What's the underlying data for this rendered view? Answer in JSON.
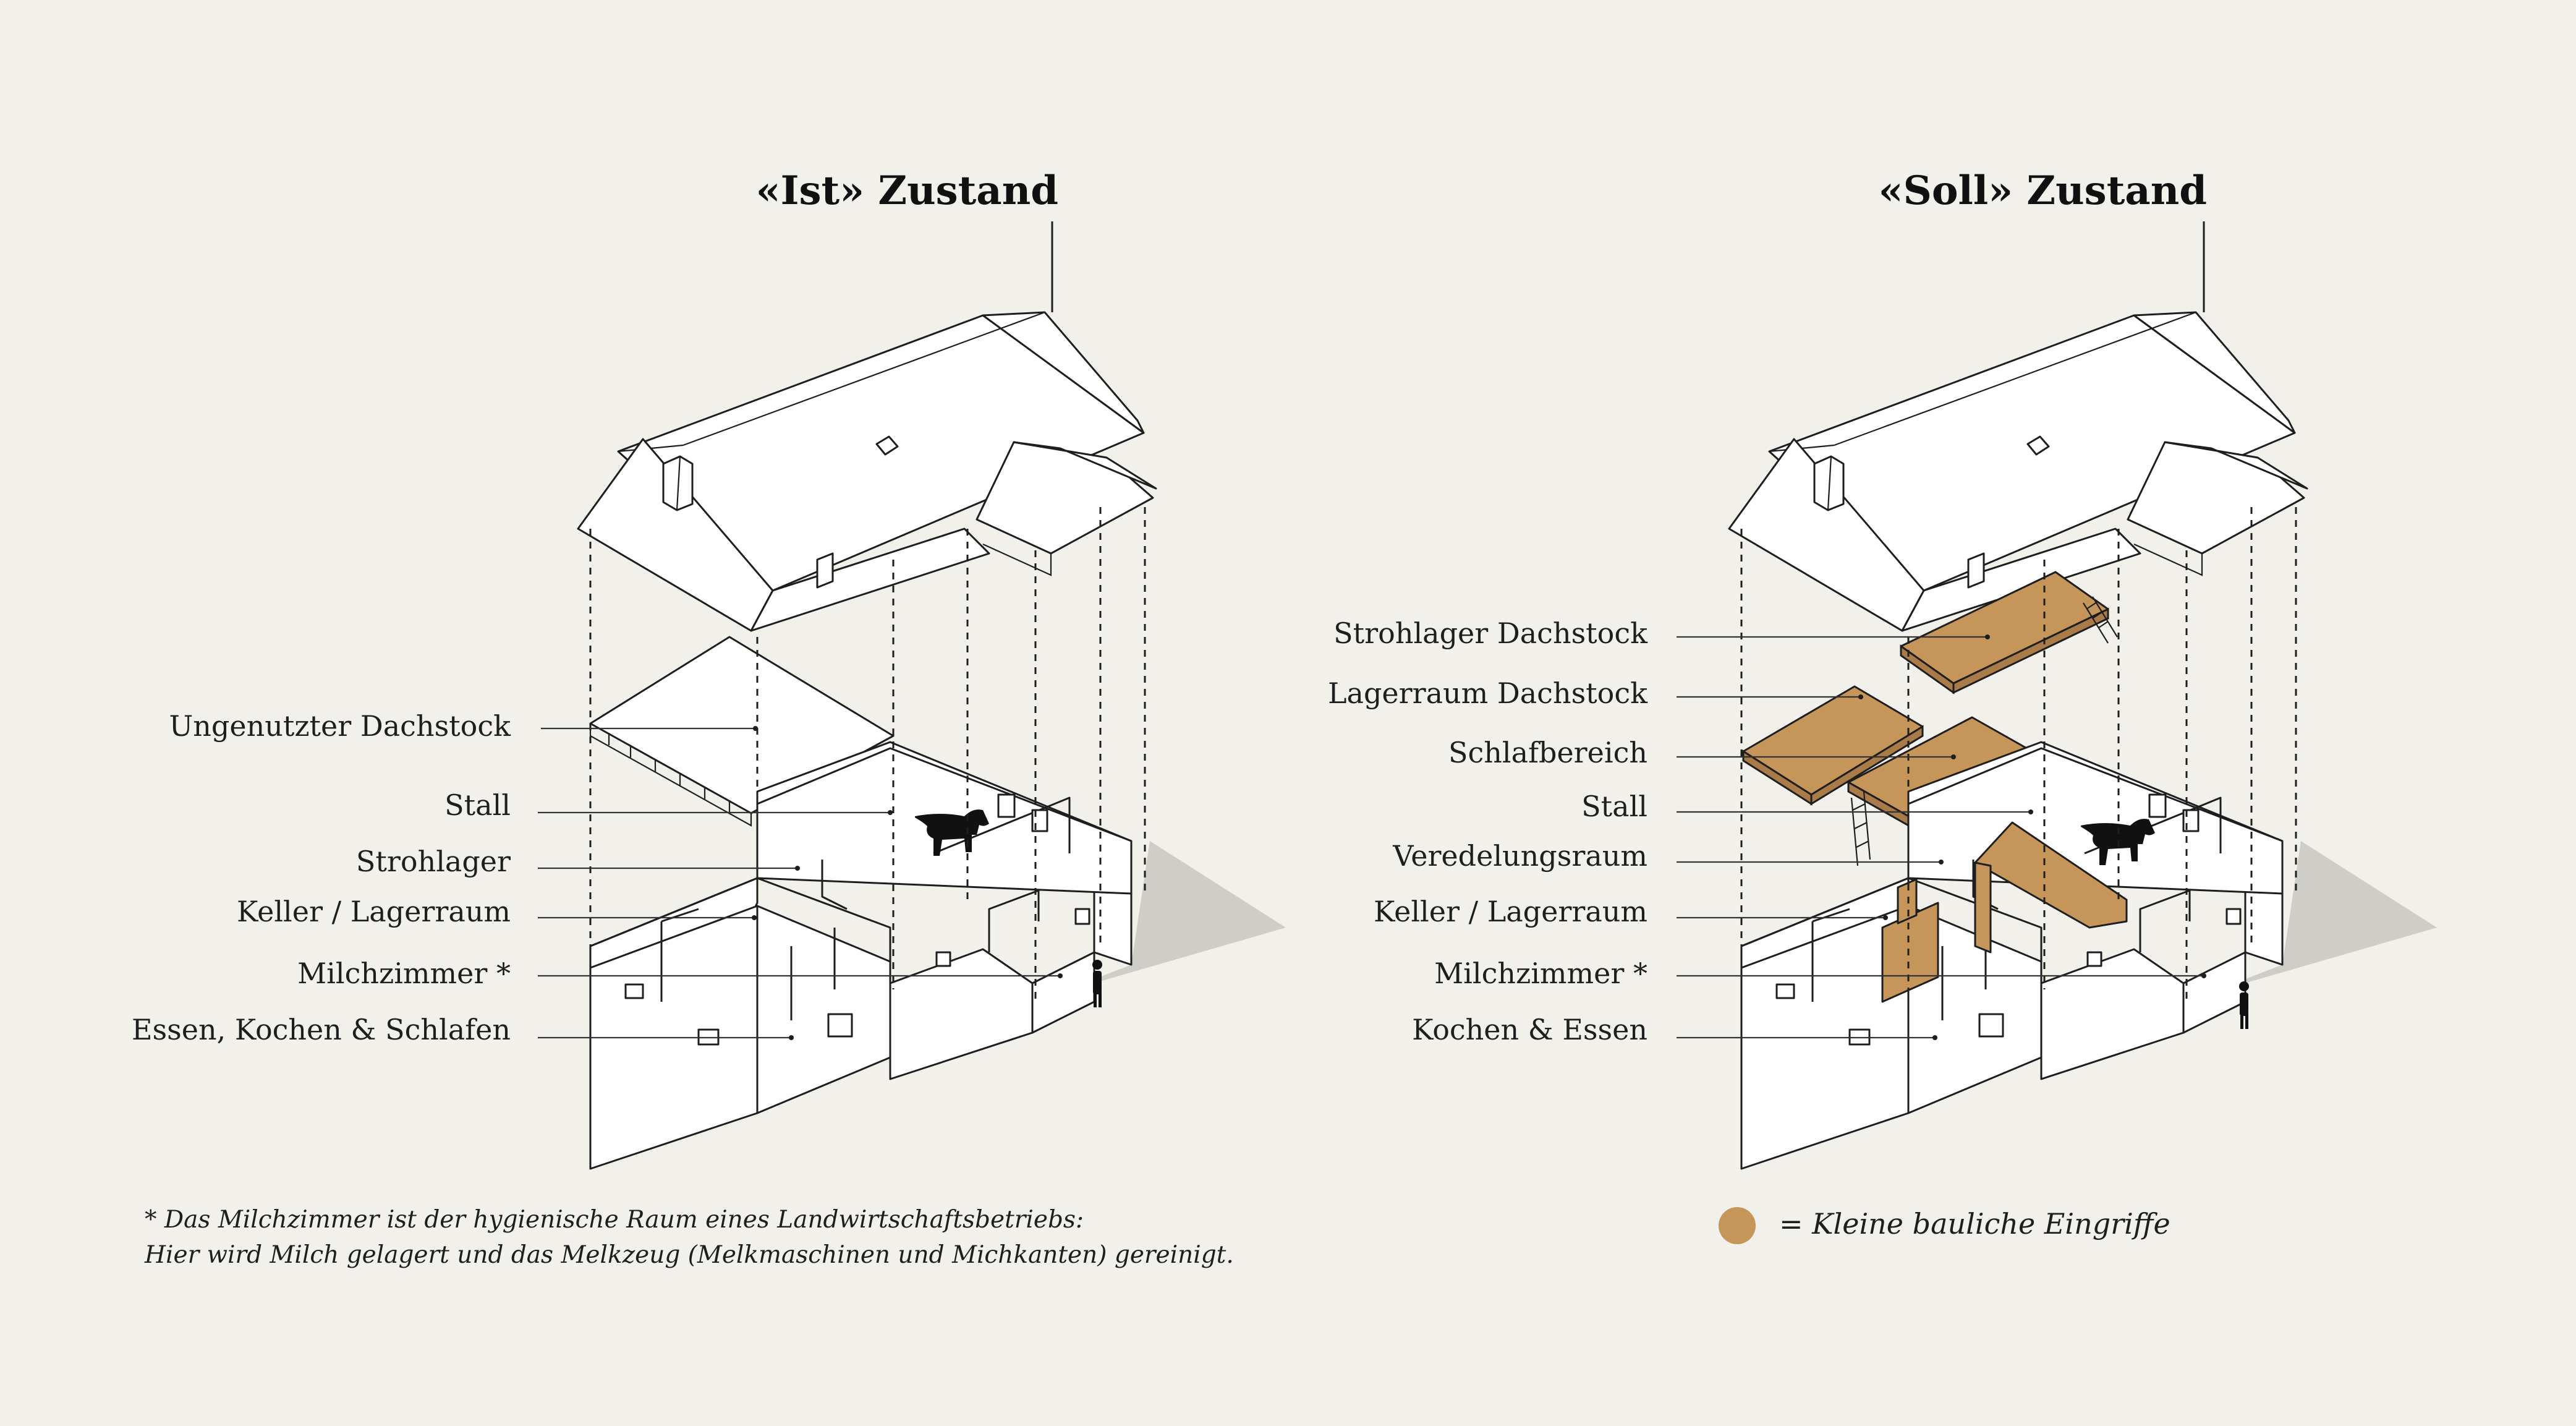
{
  "colors": {
    "background": "#f2f0ea",
    "ink": "#1e1e1e",
    "intervention": "#c6955a"
  },
  "ist": {
    "title": "«Ist» Zustand",
    "labels": [
      "Ungenutzter Dachstock",
      "Stall",
      "Strohlager",
      "Keller / Lagerraum",
      "Milchzimmer *",
      "Essen, Kochen & Schlafen"
    ]
  },
  "soll": {
    "title": "«Soll» Zustand",
    "labels": [
      "Strohlager Dachstock",
      "Lagerraum Dachstock",
      "Schlafbereich",
      "Stall",
      "Veredelungsraum",
      "Keller / Lagerraum",
      "Milchzimmer *",
      "Kochen & Essen"
    ]
  },
  "footnote": {
    "line1": "* Das Milchzimmer ist der hygienische Raum eines Landwirtschaftsbetriebs:",
    "line2": "Hier wird Milch gelagert und das Melkzeug (Melkmaschinen und Michkanten) gereinigt."
  },
  "legend": {
    "text": "= Kleine bauliche Eingriffe",
    "swatch_color": "#c6955a"
  }
}
